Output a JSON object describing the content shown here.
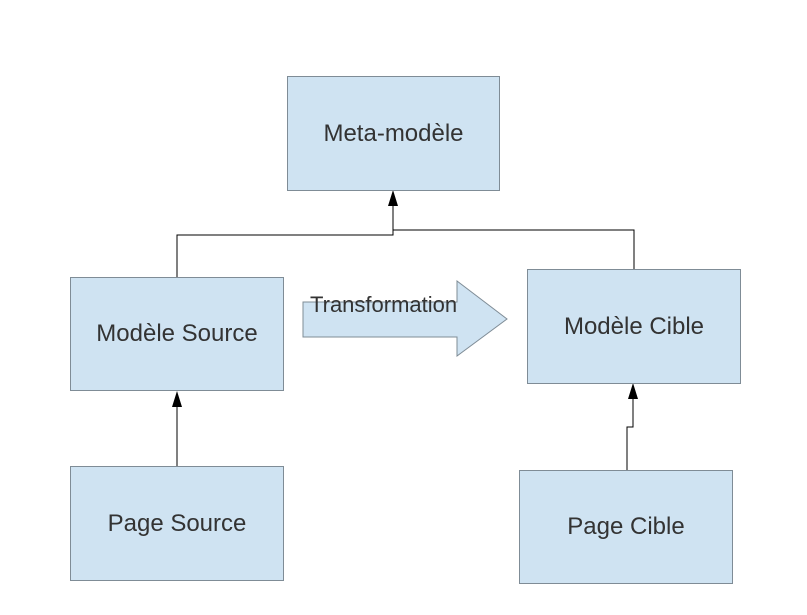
{
  "boxes": {
    "meta_model": "Meta-modèle",
    "source_model": "Modèle Source",
    "target_model": "Modèle Cible",
    "source_page": "Page Source",
    "target_page": "Page Cible"
  },
  "transformation_label": "Transformation",
  "colors": {
    "box_fill": "#cfe3f2",
    "box_border": "#7f8c96",
    "connector": "#000000",
    "text": "#333333"
  }
}
